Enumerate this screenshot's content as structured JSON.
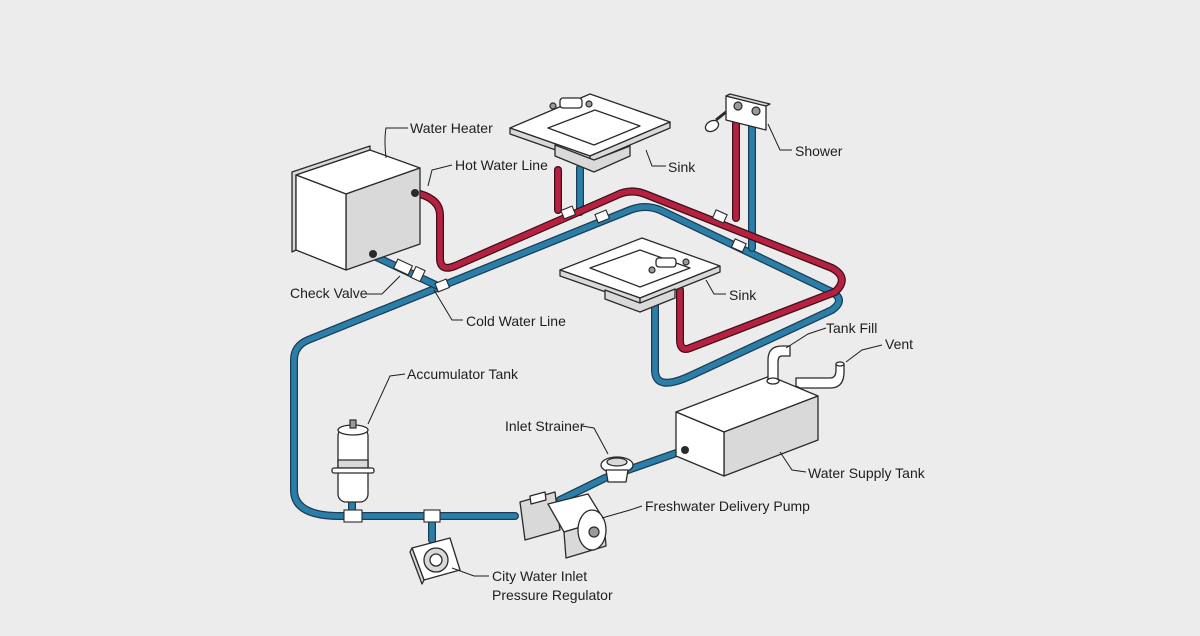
{
  "diagram": {
    "colors": {
      "background": "#ececec",
      "hot_line": "#b5213f",
      "cold_line": "#2a7ea8",
      "outline": "#2a2a2a",
      "label": "#1e1e1e"
    },
    "labels": {
      "water_heater": "Water Heater",
      "hot_water_line": "Hot Water Line",
      "sink_upper": "Sink",
      "shower": "Shower",
      "check_valve": "Check Valve",
      "cold_water_line": "Cold Water Line",
      "sink_lower": "Sink",
      "tank_fill": "Tank Fill",
      "vent": "Vent",
      "accumulator_tank": "Accumulator Tank",
      "inlet_strainer": "Inlet Strainer",
      "water_supply_tank": "Water Supply Tank",
      "freshwater_delivery_pump": "Freshwater Delivery Pump",
      "city_water_inlet_line1": "City Water Inlet",
      "city_water_inlet_line2": "Pressure Regulator"
    }
  }
}
